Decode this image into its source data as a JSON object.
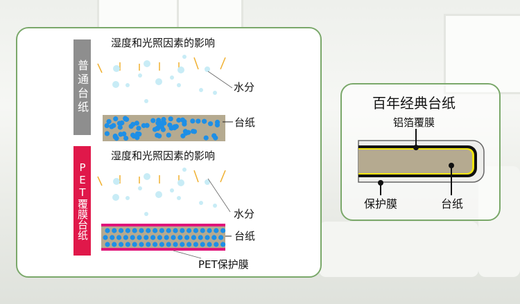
{
  "left_panel": {
    "normal": {
      "side_label": "普通台纸",
      "title": "湿度和光照因素的影响",
      "moisture_label": "水分",
      "paper_label": "台纸"
    },
    "pet": {
      "side_label": "PET覆膜台纸",
      "title": "湿度和光照因素的影响",
      "moisture_label": "水分",
      "paper_label": "台纸",
      "film_label": "PET保护膜"
    }
  },
  "right_panel": {
    "title": "百年经典台纸",
    "foil_label": "铝箔覆膜",
    "protect_label": "保护膜",
    "paper_label": "台纸"
  },
  "colors": {
    "panel_border": "#7aa86a",
    "normal_bar": "#8e8e8e",
    "pet_bar": "#e0184a",
    "paper": "#b5aa90",
    "water_dot": "#1e8fe6",
    "moisture": "#c8ecf6",
    "film": "#e0157a",
    "foil_yellow": "#f2e60f"
  }
}
